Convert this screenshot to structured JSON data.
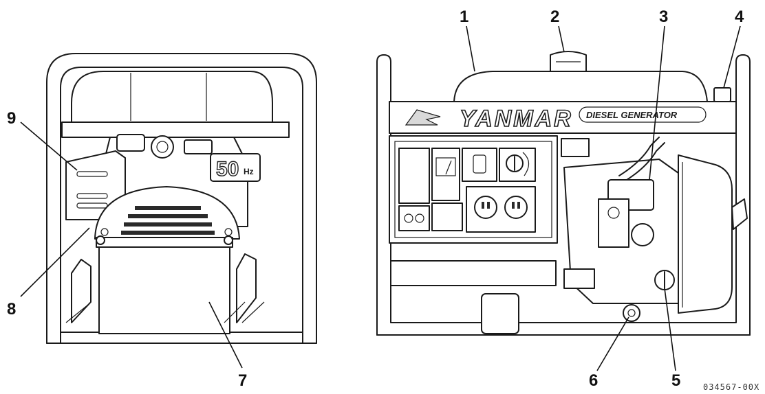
{
  "figure": {
    "reference_code": "034567-00X",
    "callouts": [
      {
        "id": "1",
        "label": "1"
      },
      {
        "id": "2",
        "label": "2"
      },
      {
        "id": "3",
        "label": "3"
      },
      {
        "id": "4",
        "label": "4"
      },
      {
        "id": "5",
        "label": "5"
      },
      {
        "id": "6",
        "label": "6"
      },
      {
        "id": "7",
        "label": "7"
      },
      {
        "id": "8",
        "label": "8"
      },
      {
        "id": "9",
        "label": "9"
      }
    ],
    "left_view": {
      "frequency_badge_value": "50",
      "frequency_badge_unit": "Hz"
    },
    "right_view": {
      "brand_name": "YANMAR",
      "panel_caption": "DIESEL GENERATOR"
    }
  }
}
